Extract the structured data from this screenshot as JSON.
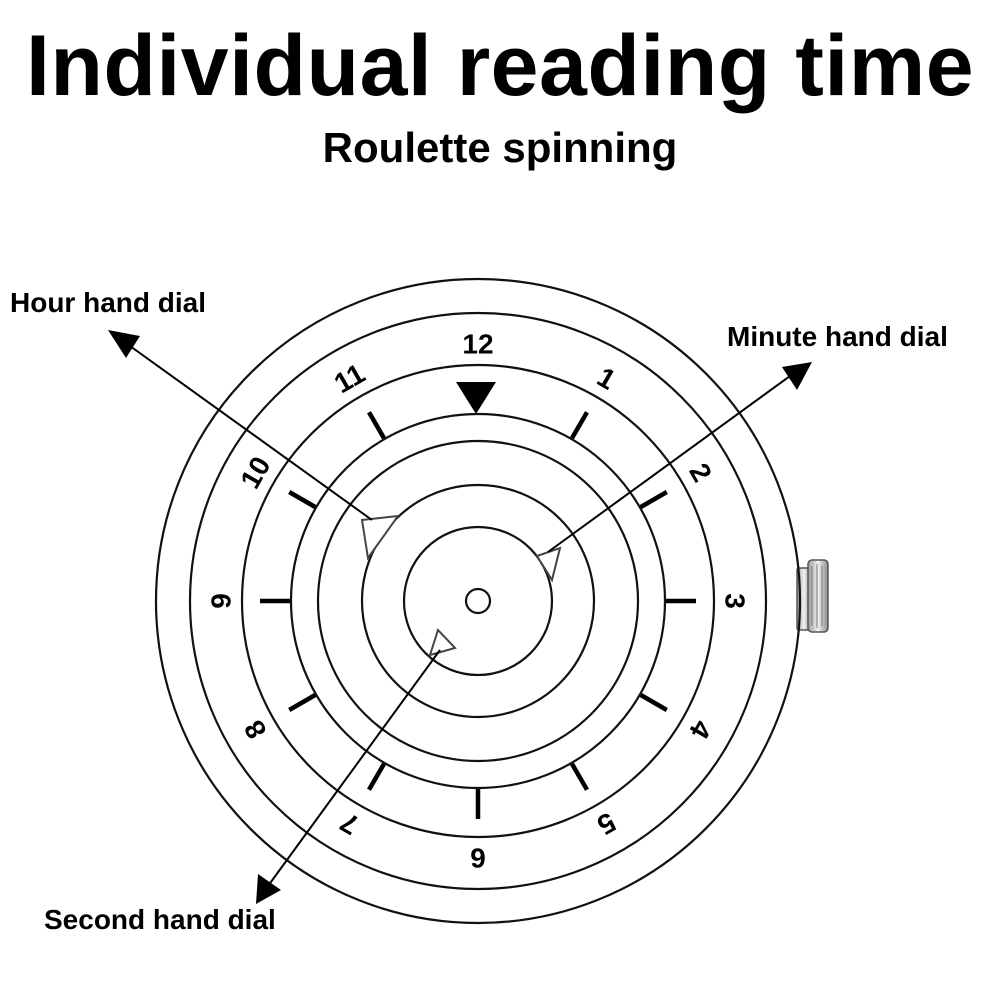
{
  "title": "Individual reading time",
  "subtitle": "Roulette spinning",
  "callouts": {
    "hour": "Hour hand dial",
    "minute": "Minute hand dial",
    "second": "Second hand dial"
  },
  "dial_numbers": [
    "12",
    "1",
    "2",
    "3",
    "4",
    "5",
    "6",
    "7",
    "8",
    "9",
    "10",
    "11"
  ],
  "colors": {
    "ink": "#000000",
    "background": "#ffffff"
  },
  "icons": {
    "top_marker": "triangle-down-icon",
    "hour_pointer": "triangle-pointer-icon",
    "minute_pointer": "triangle-pointer-icon",
    "second_pointer": "triangle-pointer-icon",
    "crown": "watch-crown-icon"
  }
}
